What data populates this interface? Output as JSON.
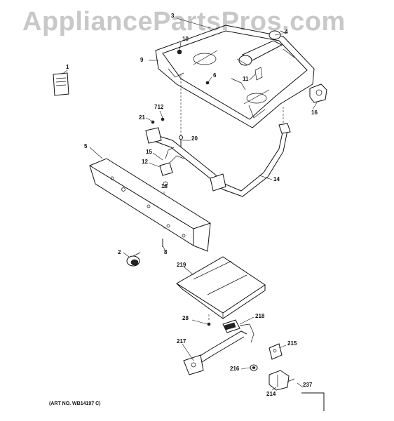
{
  "watermark": "AppliancePartsPros.com",
  "art_number": "(ART NO. WB14197 C)",
  "callouts": [
    "3",
    "4",
    "10",
    "9",
    "6",
    "11",
    "1",
    "712",
    "16",
    "21",
    "20",
    "5",
    "15",
    "12",
    "18",
    "14",
    "2",
    "8",
    "219",
    "28",
    "218",
    "215",
    "217",
    "216",
    "214",
    "237"
  ]
}
